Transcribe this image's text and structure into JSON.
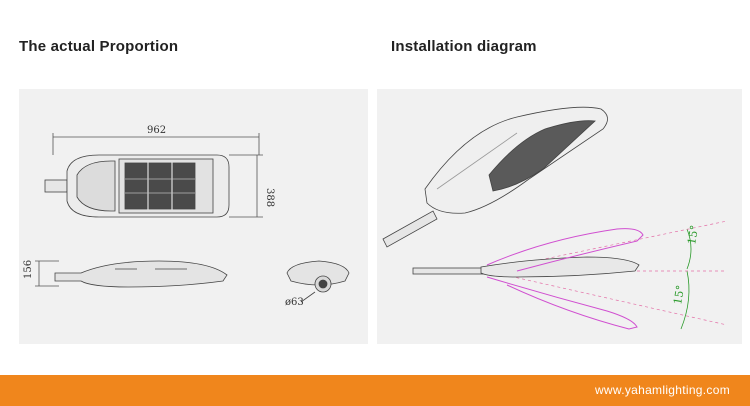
{
  "sections": {
    "left_title": "The actual Proportion",
    "right_title": "Installation diagram"
  },
  "dimensions": {
    "length": "962",
    "width": "388",
    "height": "156",
    "pole_diameter": "ø63"
  },
  "angles": {
    "upper": "15°",
    "lower": "15°"
  },
  "footer": {
    "url": "www.yahamlighting.com"
  },
  "colors": {
    "footer_bg": "#f0861c",
    "tilt_outline": "#d04fd0",
    "angle_guides": "#2a9a2a"
  }
}
